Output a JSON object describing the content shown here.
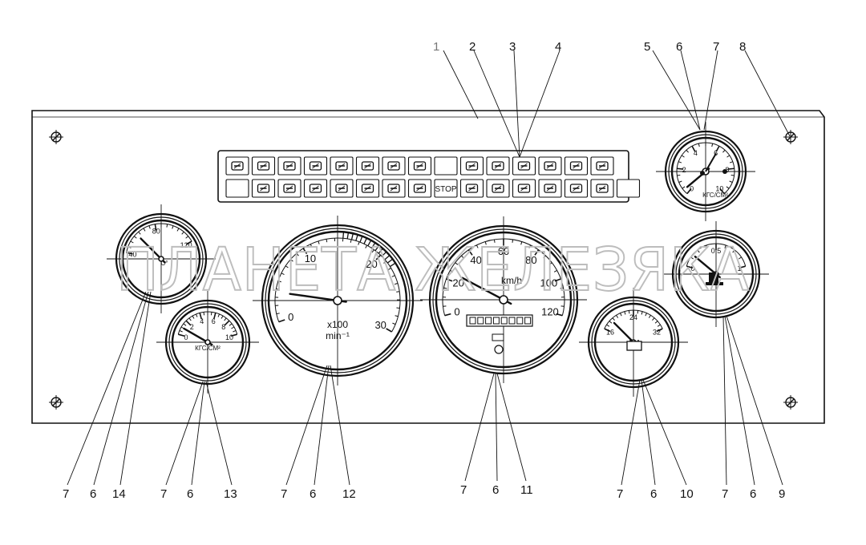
{
  "watermark": "ПЛАНЕТА ЖЕЛЕЗЯКА",
  "callouts": {
    "top": [
      "1",
      "2",
      "3",
      "4",
      "5",
      "6",
      "7",
      "8"
    ],
    "bottom": [
      "7",
      "6",
      "14",
      "7",
      "6",
      "13",
      "7",
      "6",
      "12",
      "7",
      "6",
      "11",
      "7",
      "6",
      "10",
      "7",
      "6",
      "9"
    ]
  },
  "tachometer": {
    "scale": [
      "0",
      "10",
      "20",
      "30"
    ],
    "unit_line1": "x100",
    "unit_line2": "min⁻¹"
  },
  "speedometer": {
    "scale": [
      "0",
      "20",
      "40",
      "60",
      "80",
      "100",
      "120"
    ],
    "unit": "km/h"
  },
  "air_pressure_gauge": {
    "scale": [
      "0",
      "2",
      "4",
      "6",
      "8",
      "10"
    ],
    "unit": "КГС/СМ²"
  },
  "temperature_gauge": {
    "scale": [
      "40",
      "80",
      "120"
    ],
    "unit": "C°"
  },
  "oil_pressure_gauge": {
    "scale": [
      "0",
      "2",
      "4",
      "6",
      "8",
      "10"
    ],
    "unit": "КГС/СМ²"
  },
  "voltmeter": {
    "scale": [
      "16",
      "24",
      "32"
    ]
  },
  "fuel_gauge": {
    "scale": [
      "0",
      "0,5",
      "1"
    ]
  },
  "warning_panel": {
    "row1_icons": [
      "glow-plug-icon",
      "cab-tilt-icon",
      "high-beam-icon",
      "rear-fog-light-icon",
      "low-beam-icon",
      "parking-light-icon",
      "turn-signal-tractor-icon",
      "turn-signal-trailer-icon",
      "blank-icon",
      "rear-fog-icon",
      "light-bulb-icon",
      "diff-lock-icon",
      "axle-lock-icon",
      "interaxle-lock-icon",
      "parking-brake-icon"
    ],
    "row2_icons": [
      "blank-icon",
      "air-filter-icon",
      "cab-lock-icon",
      "battery-icon",
      "coolant-level-icon",
      "coolant-temperature-icon",
      "oil-pressure-icon",
      "coolant-temperature-icon",
      "stop-icon",
      "brake-failure-icon",
      "brake-system-icon",
      "steering-warning-icon",
      "fuel-reserve-icon",
      "fuel-low-icon",
      "abs-warning-icon",
      "blank-icon"
    ],
    "stop_text": "STOP"
  }
}
